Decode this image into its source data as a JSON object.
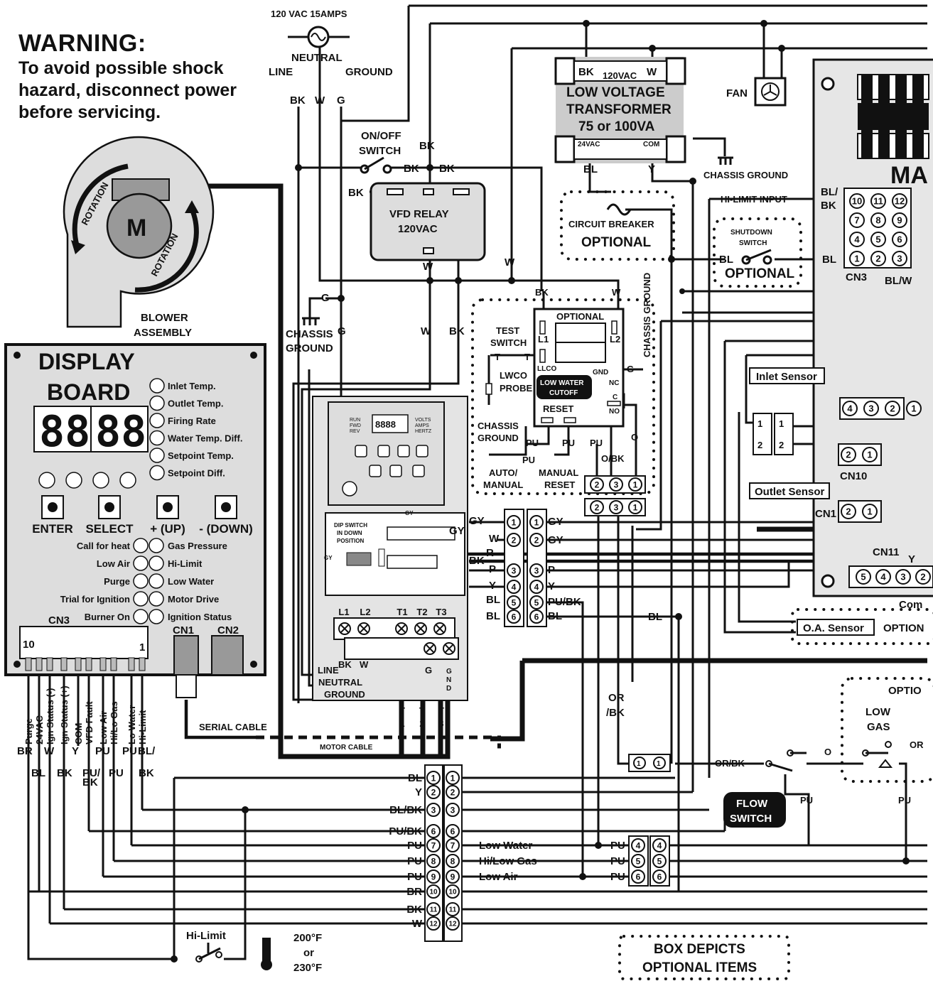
{
  "warning": {
    "heading": "WARNING:",
    "body": "To avoid possible shock hazard, disconnect power before servicing."
  },
  "power": {
    "supply": "120 VAC 15AMPS",
    "neutral": "NEUTRAL",
    "line": "LINE",
    "ground": "GROUND",
    "bk": "BK",
    "w": "W",
    "g": "G"
  },
  "switch": {
    "title1": "ON/OFF",
    "title2": "SWITCH"
  },
  "vfd_relay": {
    "l1": "VFD RELAY",
    "l2": "120VAC"
  },
  "transformer": {
    "line1": "LOW  VOLTAGE",
    "line2": "TRANSFORMER",
    "line3": "75 or 100VA",
    "primary": "120VAC",
    "bk": "BK",
    "w": "W",
    "secondary": "24VAC",
    "com": "COM",
    "bl": "BL",
    "y": "Y"
  },
  "fan": "FAN",
  "chassis_ground": "CHASSIS GROUND",
  "chassis_ground_l1": "CHASSIS",
  "chassis_ground_l2": "GROUND",
  "circuit_breaker": {
    "l1": "CIRCUIT BREAKER",
    "l2": "OPTIONAL"
  },
  "shutdown": {
    "l1": "SHUTDOWN",
    "l2": "SWITCH",
    "opt": "OPTIONAL",
    "bl": "BL"
  },
  "main_board": {
    "title": "MA",
    "hi_limit_input": "HI-LIMIT INPUT",
    "bl_bk": "BL/",
    "bk": "BK",
    "cn3": "CN3",
    "blw": "BL/W",
    "cn3_pins": [
      "10",
      "11",
      "12",
      "7",
      "8",
      "9",
      "4",
      "5",
      "6",
      "1",
      "2",
      "3"
    ],
    "inlet_sensor": "Inlet Sensor",
    "inlet_pins": [
      "4",
      "3",
      "2",
      "1"
    ],
    "cn10": "CN10",
    "outlet_sensor": "Outlet Sensor",
    "cn1": "CN1",
    "cn11": "CN11",
    "cn11_pins": [
      "5",
      "4",
      "3",
      "2"
    ],
    "y": "Y",
    "com": "Com",
    "oa_sensor": "O.A. Sensor",
    "option": "OPTION"
  },
  "blower": {
    "rotation": "ROTATION",
    "m": "M",
    "l1": "BLOWER",
    "l2": "ASSEMBLY"
  },
  "display_board": {
    "title1": "DISPLAY",
    "title2": "BOARD",
    "digits": [
      "88",
      "88"
    ],
    "temps": [
      "Inlet Temp.",
      "Outlet Temp.",
      "Firing Rate",
      "Water Temp. Diff.",
      "Setpoint Temp.",
      "Setpoint Diff."
    ],
    "buttons": [
      "ENTER",
      "SELECT",
      "+ (UP)",
      "- (DOWN)"
    ],
    "status_left": [
      "Call for heat",
      "Low Air",
      "Purge",
      "Trial for Ignition",
      "Burner On"
    ],
    "status_right": [
      "Gas Pressure",
      "Hi-Limit",
      "Low Water",
      "Motor Drive",
      "Ignition Status"
    ],
    "cn3": "CN3",
    "cn1": "CN1",
    "cn2": "CN2",
    "pin10": "10",
    "pin1": "1",
    "pin_labels": [
      "Purge",
      "24VAC",
      "Ign Status (-)",
      "Ign Status (+)",
      "COM",
      "VFD Fault",
      "Low Air",
      "Hi/Lo Gas",
      "Lo Water",
      "Hi-Limit"
    ],
    "wire_colors_top": [
      "BR",
      "W",
      "Y",
      "PU",
      "PU",
      "BL/"
    ],
    "wire_colors_bot": [
      "BL",
      "BK",
      "PU/",
      "PU",
      "BK"
    ],
    "pu_bk_2": "BK"
  },
  "vfd": {
    "display": "8888",
    "run": "RUN",
    "fwd": "FWD",
    "rev": "REV",
    "volts": "VOLTS",
    "amps": "AMPS",
    "hertz": "HERTZ",
    "dip": "DIP SWITCH IN DOWN POSITION",
    "dip_l1": "DIP SWITCH",
    "dip_l2": "IN DOWN",
    "dip_l3": "POSITION",
    "gy": "GY",
    "terminals_top": [
      "L1",
      "L2",
      "T1",
      "T2",
      "T3"
    ],
    "line": "LINE",
    "neutral": "NEUTRAL",
    "ground": "GROUND",
    "g": "G",
    "gnd": "GND",
    "t": [
      "T",
      "T",
      "T"
    ],
    "tn": [
      "1",
      "2",
      "3"
    ]
  },
  "relay_terminal": {
    "left_colors": [
      "GY",
      "W",
      "R",
      "BK",
      "P",
      "Y",
      "BL",
      "BL"
    ],
    "right_colors": [
      "GY",
      "GY",
      "P",
      "Y",
      "PU/BK",
      "BL",
      "BL"
    ],
    "pins": [
      "1",
      "2",
      "3",
      "4",
      "5",
      "6"
    ]
  },
  "lwco": {
    "optional": "OPTIONAL",
    "l1": "L1",
    "l2": "L2",
    "llco": "LLCO",
    "gnd": "GND",
    "g": "G",
    "cutoff1": "LOW WATER",
    "cutoff2": "CUTOFF",
    "reset": "RESET",
    "nc": "NC",
    "c": "C",
    "no": "NO",
    "test1": "TEST",
    "test2": "SWITCH",
    "probe1": "LWCO",
    "probe2": "PROBE",
    "chassis1": "CHASSIS",
    "chassis2": "GROUND",
    "auto1": "AUTO/",
    "auto2": "MANUAL",
    "manual1": "MANUAL",
    "manual2": "RESET",
    "pu": "PU",
    "o": "O",
    "obk": "O/BK",
    "bk": "BK",
    "w": "W",
    "t": "T",
    "chassis_ground_v": "CHASSIS GROUND",
    "terms": [
      "2",
      "3",
      "1"
    ]
  },
  "flow": {
    "orbk": "OR/BK",
    "or": "OR",
    "bk": "/BK",
    "switch1": "FLOW",
    "switch2": "SWITCH",
    "pu": "PU",
    "o": "O",
    "low_gas1": "LOW",
    "low_gas2": "GAS",
    "optio": "OPTIO",
    "or2": "OR"
  },
  "bottom_terminal": {
    "wires": [
      "BL",
      "Y",
      "BL/BK",
      "PU/BK",
      "PU",
      "PU",
      "PU",
      "BR",
      "BK",
      "W"
    ],
    "pins": [
      "1",
      "2",
      "3",
      "6",
      "7",
      "8",
      "9",
      "10",
      "11",
      "12"
    ],
    "right_labels": [
      "Low Water",
      "Hi/Low Gas",
      "Low Air"
    ],
    "pu_pins": [
      "4",
      "5",
      "6"
    ]
  },
  "hi_limit": {
    "label": "Hi-Limit",
    "t1": "200°F",
    "or": "or",
    "t2": "230°F"
  },
  "serial_cable": "SERIAL CABLE",
  "motor_cable": "MOTOR CABLE",
  "legend": {
    "l1": "BOX DEPICTS",
    "l2": "OPTIONAL ITEMS"
  },
  "wire_codes": {
    "bk": "BK",
    "w": "W",
    "g": "G",
    "bl": "BL",
    "y": "Y",
    "pu": "PU",
    "or": "OR"
  }
}
